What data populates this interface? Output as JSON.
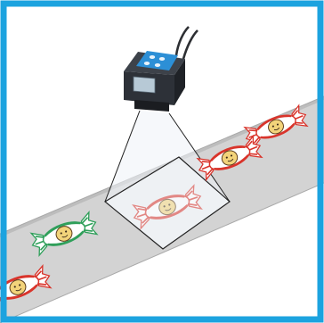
{
  "scene": {
    "subject": "vision-sensor-conveyor",
    "colors": {
      "frame_border": "#1ca3df",
      "background": "#ffffff",
      "conveyor": "#d3d3d3",
      "conveyor_edge": "#a9a9a9",
      "sensor_body": "#333740",
      "sensor_panel": "#2c8fd6",
      "sensor_screen": "#b7c9d6",
      "candy_red": "#d9342b",
      "candy_green": "#2f9f5a",
      "candy_center": "#f2d37a",
      "field_of_view": "#eef3f7"
    }
  },
  "candies": [
    {
      "name": "candy-top-right",
      "color": "red"
    },
    {
      "name": "candy-middle-right",
      "color": "red"
    },
    {
      "name": "candy-in-view",
      "color": "red",
      "in_field_of_view": true
    },
    {
      "name": "candy-left-green",
      "color": "green"
    },
    {
      "name": "candy-bottom-left",
      "color": "red"
    }
  ]
}
